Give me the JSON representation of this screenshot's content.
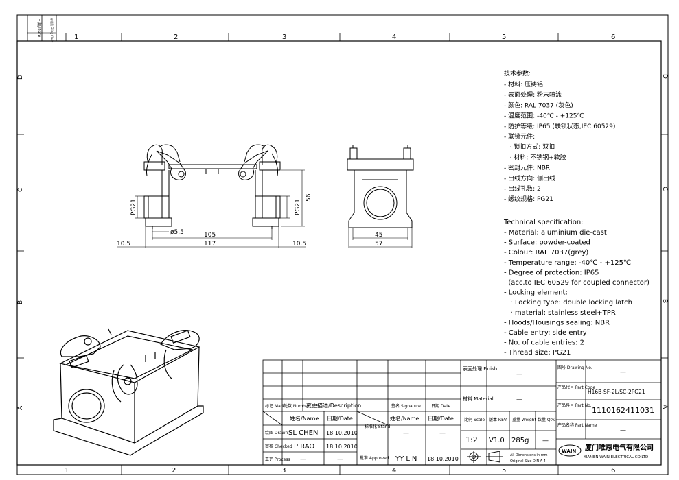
{
  "frame": {
    "column_labels": [
      "1",
      "2",
      "3",
      "4",
      "5",
      "6"
    ],
    "row_labels_right": [
      "D",
      "C",
      "B",
      "A"
    ],
    "row_labels_left": [
      "D",
      "C",
      "B",
      "A"
    ],
    "top_stamp": {
      "date": "日期/Date",
      "filing": "存档员 Filing Clerk"
    }
  },
  "front_view": {
    "dims": {
      "d1": "105",
      "d2": "117",
      "d3": "10.5",
      "d4": "10.5",
      "hole": "ø5.5",
      "thread_l": "PG21",
      "thread_r": "PG21",
      "height": "56"
    }
  },
  "side_view": {
    "dims": {
      "d1": "45",
      "d2": "57"
    }
  },
  "notes": {
    "cn_title": "技术参数:",
    "cn_lines": [
      "- 材料: 压铸铝",
      "- 表面处理: 粉末喷涂",
      "- 颜色: RAL 7037 (灰色)",
      "- 温度范围: -40℃ - +125℃",
      "- 防护等级: IP65 (联锁状态,IEC 60529)",
      "- 联锁元件:",
      "   · 锁扣方式: 双扣",
      "   · 材料: 不锈钢+软胶",
      "- 密封元件: NBR",
      "- 出线方向: 侧出线",
      "- 出线孔数: 2",
      "- 螺纹规格: PG21"
    ],
    "en_title": "Technical specification:",
    "en_lines": [
      "- Material: aluminium die-cast",
      "- Surface: powder-coated",
      "- Colour: RAL 7037(grey)",
      "- Temperature range: -40℃ - +125℃",
      "- Degree of protection: IP65",
      "  (acc.to IEC 60529 for coupled connector)",
      "- Locking element:",
      "   · Locking type: double locking latch",
      "   · material: stainless steel+TPR",
      "- Hoods/Housings sealing: NBR",
      "- Cable entry: side entry",
      "- No. of cable entries: 2",
      "- Thread size: PG21"
    ]
  },
  "title_block": {
    "rev_headers": {
      "mark": "标记 Mark",
      "number": "处数 Number",
      "desc": "变更描述/Description",
      "sig": "签名 Signature",
      "date": "日期 Date"
    },
    "name_header": "姓名/Name",
    "date_header": "日期/Date",
    "std_label": "标准化 Stand.",
    "name_header2": "姓名/Name",
    "date_header2": "日期/Date",
    "drawn_label": "绘图 Drawn",
    "checked_label": "审核 Checked",
    "process_label": "工艺 Process",
    "approved_label": "批准 Approved",
    "drawn_name": "SL CHEN",
    "drawn_date": "18.10.2010",
    "checked_name": "P RAO",
    "checked_date": "18.10.2010",
    "process_name": "—",
    "process_date": "—",
    "std_name": "—",
    "std_date": "—",
    "approved_name": "YY LIN",
    "approved_date": "18.10.2010",
    "finish_label": "表面处理 Finish",
    "finish_value": "—",
    "material_label": "材料 Material",
    "material_value": "—",
    "scale_label": "比例 Scale",
    "rev_label": "版本 REV.",
    "weight_label": "重量 Weight",
    "qty_label": "数量 Qty.",
    "scale_value": "1:2",
    "rev_value": "V1.0",
    "weight_value": "285g",
    "qty_value": "—",
    "dims_note_1": "All Dimensions in mm",
    "dims_note_2": "Original Size DIN A 4",
    "drawing_no_label": "图号 Drawing No.",
    "drawing_no_value": "—",
    "part_code_label": "产品代号 Part Code",
    "part_code_value": "H16B-SF-2L/SC-2PG21",
    "part_no_label": "产品料号 Part No.",
    "part_no_value": "1110162411031",
    "part_name_label": "产品名称 Part Name",
    "part_name_value": "—",
    "company_cn": "厦门唯恩电气有限公司",
    "company_en": "XIAMEN WAIN ELECTRICAL CO.LTD",
    "logo_text": "WAIN"
  }
}
